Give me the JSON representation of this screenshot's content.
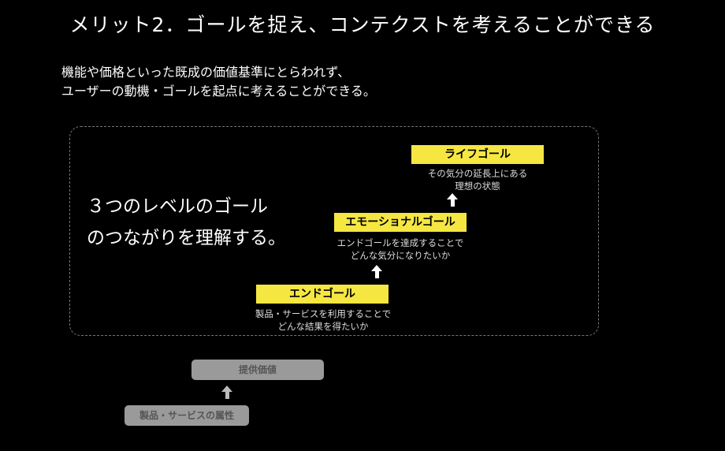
{
  "title": "メリット2．ゴールを捉え、コンテクストを考えることができる",
  "subtitle": [
    "機能や価格といった既成の価値基準にとらわれず、",
    "ユーザーの動機・ゴールを起点に考えることができる。"
  ],
  "lead": [
    "３つのレベルのゴール",
    "のつながりを理解する。"
  ],
  "goals": [
    {
      "label": "ライフゴール",
      "desc": [
        "その気分の延長上にある",
        "理想の状態"
      ]
    },
    {
      "label": "エモーショナルゴール",
      "desc": [
        "エンドゴールを達成することで",
        "どんな気分になりたいか"
      ]
    },
    {
      "label": "エンドゴール",
      "desc": [
        "製品・サービスを利用することで",
        "どんな結果を得たいか"
      ]
    }
  ],
  "legacy": {
    "top": "提供価値",
    "bottom": "製品・サービスの属性"
  }
}
